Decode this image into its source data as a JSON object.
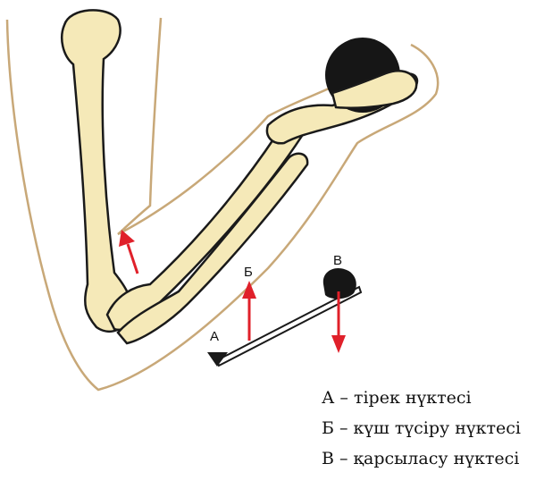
{
  "point_labels": {
    "a": "А",
    "b": "Б",
    "c": "В"
  },
  "legend": [
    {
      "text": "А – тірек нүктесі"
    },
    {
      "text": "Б – күш түсіру нүктесі"
    },
    {
      "text": "В – қарсыласу нүктесі"
    }
  ],
  "colors": {
    "bone_fill": "#f5e9b8",
    "outline": "#1a1a1a",
    "skin_outline": "#c8a878",
    "arrow_red": "#e0202a",
    "ball": "#161616"
  }
}
